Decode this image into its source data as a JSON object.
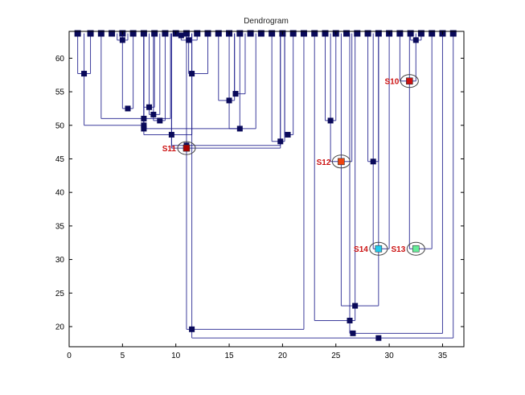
{
  "chart_data": {
    "type": "dendrogram",
    "title": "Dendrogram",
    "xlabel": "",
    "ylabel": "",
    "xlim": [
      0,
      37
    ],
    "ylim": [
      17,
      64
    ],
    "xticks": [
      0,
      5,
      10,
      15,
      20,
      25,
      30,
      35
    ],
    "yticks": [
      20,
      25,
      30,
      35,
      40,
      45,
      50,
      55,
      60
    ],
    "grid": false,
    "colors": {
      "link": "#1c1c8c",
      "node": "#0a0a5a",
      "label": "#cc1111",
      "S10": "#cc1111",
      "S11": "#aa0000",
      "S12": "#ee4411",
      "S13": "#66ee99",
      "S14": "#22ccee"
    },
    "leaves": [
      {
        "x": 0.8,
        "y": 63.7
      },
      {
        "x": 2.0,
        "y": 63.7
      },
      {
        "x": 3.0,
        "y": 63.7
      },
      {
        "x": 4.0,
        "y": 63.7
      },
      {
        "x": 5.0,
        "y": 63.7
      },
      {
        "x": 6.0,
        "y": 63.7
      },
      {
        "x": 7.0,
        "y": 63.7
      },
      {
        "x": 8.0,
        "y": 63.7
      },
      {
        "x": 9.0,
        "y": 63.7
      },
      {
        "x": 10.0,
        "y": 63.7
      },
      {
        "x": 11.0,
        "y": 63.7
      },
      {
        "x": 12.0,
        "y": 63.7
      },
      {
        "x": 13.0,
        "y": 63.7
      },
      {
        "x": 14.0,
        "y": 63.7
      },
      {
        "x": 15.0,
        "y": 63.7
      },
      {
        "x": 16.0,
        "y": 63.7
      },
      {
        "x": 17.0,
        "y": 63.7
      },
      {
        "x": 18.0,
        "y": 63.7
      },
      {
        "x": 19.0,
        "y": 63.7
      },
      {
        "x": 20.0,
        "y": 63.7
      },
      {
        "x": 21.0,
        "y": 63.7
      },
      {
        "x": 22.0,
        "y": 63.7
      },
      {
        "x": 23.0,
        "y": 63.7
      },
      {
        "x": 24.0,
        "y": 63.7
      },
      {
        "x": 25.0,
        "y": 63.7
      },
      {
        "x": 26.0,
        "y": 63.7
      },
      {
        "x": 27.0,
        "y": 63.7
      },
      {
        "x": 28.0,
        "y": 63.7
      },
      {
        "x": 29.0,
        "y": 63.7
      },
      {
        "x": 30.0,
        "y": 63.7
      },
      {
        "x": 31.0,
        "y": 63.7
      },
      {
        "x": 32.0,
        "y": 63.7
      },
      {
        "x": 33.0,
        "y": 63.7
      },
      {
        "x": 34.0,
        "y": 63.7
      },
      {
        "x": 35.0,
        "y": 63.7
      },
      {
        "x": 36.0,
        "y": 63.7
      }
    ],
    "merges": [
      {
        "id": "n1",
        "left": 0.8,
        "right": 2.0,
        "height": 57.7,
        "x": 1.4
      },
      {
        "id": "n2",
        "left": 4.5,
        "right": 5.5,
        "height": 62.7,
        "x": 5.0
      },
      {
        "id": "n3",
        "left": 5.0,
        "right": 6.0,
        "height": 52.5,
        "x": 5.5
      },
      {
        "id": "n4",
        "left": 7.0,
        "right": 8.0,
        "height": 52.7,
        "x": 7.5
      },
      {
        "id": "n5",
        "left": 7.5,
        "right": 8.5,
        "height": 51.6,
        "x": 7.9
      },
      {
        "id": "n6",
        "left": 7.9,
        "right": 9.0,
        "height": 50.7,
        "x": 8.5
      },
      {
        "id": "n7",
        "left": 10.0,
        "right": 11.0,
        "height": 63.4,
        "x": 10.5
      },
      {
        "id": "n8",
        "left": 10.5,
        "right": 12.0,
        "height": 62.7,
        "x": 11.2
      },
      {
        "id": "n9",
        "left": 11.2,
        "right": 13.0,
        "height": 57.7,
        "x": 11.5
      },
      {
        "id": "n10",
        "left": 14.0,
        "right": 15.5,
        "height": 53.7,
        "x": 15.0
      },
      {
        "id": "n11",
        "left": 15.5,
        "right": 16.5,
        "height": 54.7,
        "x": 15.6
      },
      {
        "id": "n12",
        "left": 15.0,
        "right": 17.5,
        "height": 49.5,
        "x": 16.0
      },
      {
        "id": "n13",
        "left": 19.0,
        "right": 20.2,
        "height": 47.6,
        "x": 19.8
      },
      {
        "id": "n14",
        "left": 20.2,
        "right": 21.0,
        "height": 48.6,
        "x": 20.5
      },
      {
        "id": "n15",
        "left": 3.0,
        "right": 9.5,
        "height": 51.0,
        "x": 7.0
      },
      {
        "id": "n16",
        "left": 1.4,
        "right": 7.0,
        "height": 50.0,
        "x": 7.0
      },
      {
        "id": "n17",
        "left": 7.0,
        "right": 16.0,
        "height": 49.5,
        "x": 7.0
      },
      {
        "id": "n18",
        "left": 7.0,
        "right": 11.5,
        "height": 48.6,
        "x": 9.6
      },
      {
        "id": "n19",
        "left": 9.6,
        "right": 19.8,
        "height": 47.0,
        "x": 11.0
      },
      {
        "id": "S11",
        "left": 9.6,
        "right": 19.8,
        "height": 46.6,
        "x": 11.0
      },
      {
        "id": "n20",
        "left": 24.0,
        "right": 25.0,
        "height": 50.7,
        "x": 24.5
      },
      {
        "id": "S12",
        "left": 24.5,
        "right": 26.5,
        "height": 44.6,
        "x": 25.5
      },
      {
        "id": "n21",
        "left": 28.0,
        "right": 29.0,
        "height": 44.6,
        "x": 28.5
      },
      {
        "id": "S14",
        "left": 28.5,
        "right": 30.0,
        "height": 31.6,
        "x": 29.0
      },
      {
        "id": "n22",
        "left": 25.5,
        "right": 29.0,
        "height": 23.1,
        "x": 26.8
      },
      {
        "id": "n23",
        "left": 23.0,
        "right": 26.8,
        "height": 20.9,
        "x": 26.3
      },
      {
        "id": "n24",
        "left": 32.0,
        "right": 33.0,
        "height": 62.7,
        "x": 32.5
      },
      {
        "id": "S10",
        "left": 31.0,
        "right": 32.5,
        "height": 56.6,
        "x": 31.9
      },
      {
        "id": "S13",
        "left": 31.9,
        "right": 34.0,
        "height": 31.6,
        "x": 32.5
      },
      {
        "id": "n25",
        "left": 11.0,
        "right": 22.0,
        "height": 19.6,
        "x": 11.5
      },
      {
        "id": "n26",
        "left": 26.3,
        "right": 35.0,
        "height": 19.0,
        "x": 26.6
      },
      {
        "id": "n27",
        "left": 11.5,
        "right": 36.0,
        "height": 18.3,
        "x": 29.0
      }
    ],
    "highlighted": [
      {
        "label": "S10",
        "x": 31.9,
        "y": 56.6,
        "color": "#cc1111"
      },
      {
        "label": "S11",
        "x": 11.0,
        "y": 46.6,
        "color": "#aa0000"
      },
      {
        "label": "S12",
        "x": 25.5,
        "y": 44.6,
        "color": "#ee4411"
      },
      {
        "label": "S13",
        "x": 32.5,
        "y": 31.6,
        "color": "#66ee99"
      },
      {
        "label": "S14",
        "x": 29.0,
        "y": 31.6,
        "color": "#22ccee"
      }
    ]
  }
}
